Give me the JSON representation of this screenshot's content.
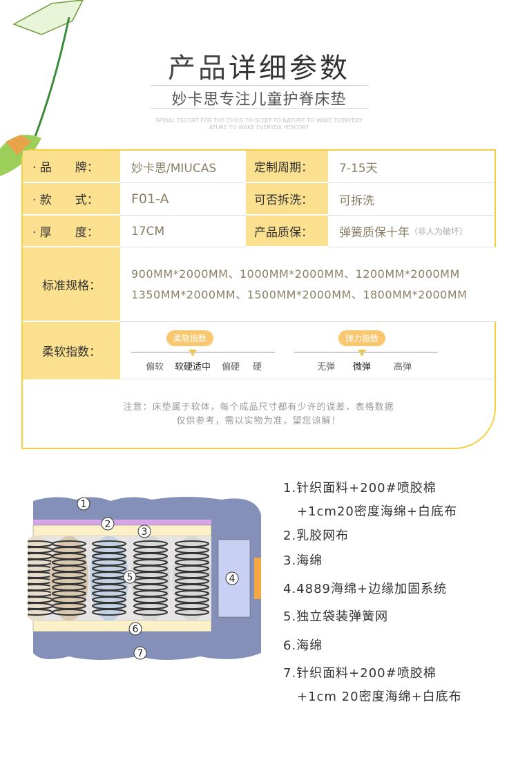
{
  "header": {
    "title_light": "产品",
    "title_bold": "详细参数",
    "subtitle": "妙卡思专注儿童护脊床垫",
    "en_line1": "SPINAL ESCORT FOR THE CHILD TO SLEEP TO NATURE TO WAKE EVERYDAY",
    "en_line2": "ATURE TO WAKE EVERYDA YESCORT"
  },
  "table": {
    "rows": [
      {
        "label": "· 品　　牌：",
        "value": "妙卡思/MIUCAS",
        "label2": "定制周期：",
        "value2": "7-15天"
      },
      {
        "label": "· 款　　式：",
        "value": "F01-A",
        "label2": "可否拆洗：",
        "value2": "可拆洗"
      },
      {
        "label": "· 厚　　度：",
        "value": "17CM",
        "label2": "产品质保：",
        "value2": "弹簧质保十年",
        "value2_note": "（非人为破坏）"
      }
    ],
    "spec_label": "标准规格：",
    "spec_line1": "900MM*2000MM、1000MM*2000MM、1200MM*2000MM",
    "spec_line2": "1350MM*2000MM、1500MM*2000MM、1800MM*2000MM",
    "soft_label": "柔软指数：",
    "softness": {
      "title": "柔软指数",
      "options": [
        "偏软",
        "软硬适中",
        "偏硬",
        "硬"
      ],
      "selected": "软硬适中"
    },
    "elasticity": {
      "title": "弹力指数",
      "options": [
        "无弹",
        "微弹",
        "高弹"
      ],
      "selected": "微弹"
    },
    "note_line1": "注意：床垫属于软体，每个成品尺寸都有少许的误差，表格数据",
    "note_line2": "仅供参考，需以实物为准，望您谅解！"
  },
  "diagram": {
    "markers": [
      "1",
      "2",
      "3",
      "4",
      "5",
      "6",
      "7"
    ]
  },
  "legend": [
    {
      "line1": "1.针织面料+200#喷胶棉",
      "line2": "+1cm20密度海绵+白底布"
    },
    {
      "line1": "2.乳胶网布"
    },
    {
      "line1": "3.海绵"
    },
    {
      "line1": "4.4889海绵+边缘加固系统"
    },
    {
      "line1": "5.独立袋装弹簧网"
    },
    {
      "line1": "6.海绵"
    },
    {
      "line1": "7.针织面料+200#喷胶棉",
      "line2": "+1cm 20密度海绵+白底布"
    }
  ]
}
